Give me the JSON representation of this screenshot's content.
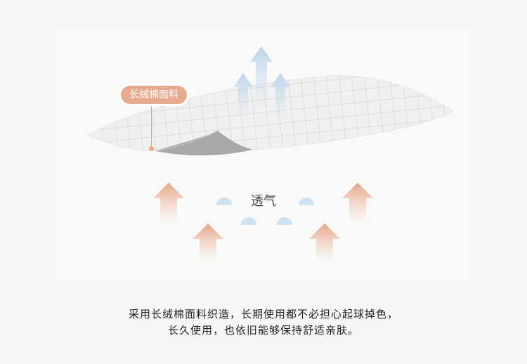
{
  "label": "长绒棉面料",
  "center_word": "透气",
  "caption_line1": "采用长绒棉面料织造，长期使用都不必担心起球掉色，",
  "caption_line2": "长久使用，也依旧能够保持舒适亲肤。",
  "colors": {
    "accent_orange": "#e6ab8f",
    "arrow_blue": "#bfd6ea",
    "fabric_grid": "#d3d3d3",
    "fabric_underside": "#a9a9a9"
  }
}
